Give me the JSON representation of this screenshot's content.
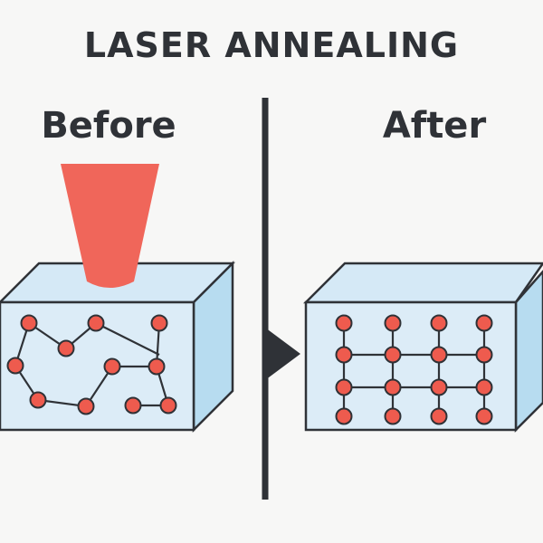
{
  "title": "LASER ANNEALING",
  "panels": {
    "before": {
      "label": "Before"
    },
    "after": {
      "label": "After"
    }
  },
  "colors": {
    "background": "#f7f7f6",
    "text": "#2f3237",
    "laser": "#f0665a",
    "block_front": "#dcecf7",
    "block_top": "#d5e9f6",
    "block_side": "#b7dcf0",
    "outline": "#2f3237",
    "atom": "#ee5b4e"
  }
}
